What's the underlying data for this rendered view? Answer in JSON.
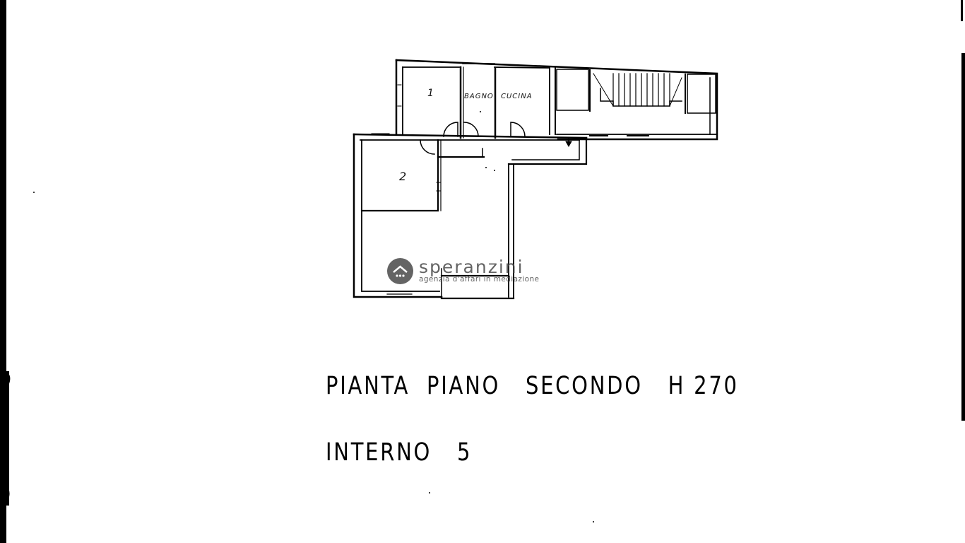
{
  "floor_plan": {
    "rooms": [
      {
        "id": "room-1",
        "label": "1"
      },
      {
        "id": "bagno",
        "label": "BAGNO"
      },
      {
        "id": "cucina",
        "label": "CUCINA"
      },
      {
        "id": "room-2",
        "label": "2"
      },
      {
        "id": "soggiorno",
        "label": ""
      },
      {
        "id": "scala",
        "label": ""
      }
    ]
  },
  "watermark": {
    "brand": "speranzini",
    "tagline": "agenzia d'affari in mediazione",
    "color": "#4a4a4a"
  },
  "caption": {
    "line1": {
      "word1": "PIANTA",
      "word2": "PIANO",
      "word3": "SECONDO",
      "height_label": "H",
      "height_value": "270"
    },
    "line2": {
      "label": "INTERNO",
      "value": "5"
    }
  }
}
